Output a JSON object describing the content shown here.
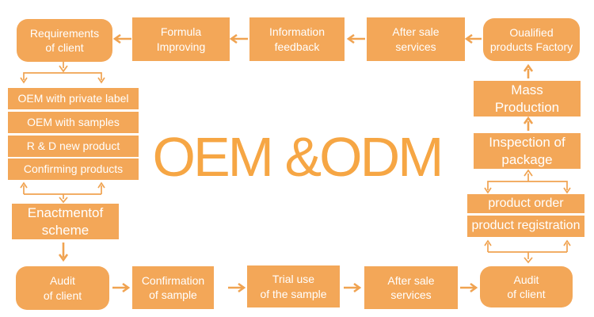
{
  "title": "OEM &ODM",
  "colors": {
    "box_fill": "#F3A758",
    "title_text": "#F6A644",
    "arrow": "#F0A351",
    "box_text": "#FFFFFF"
  },
  "boxes": {
    "requirements": "Requirements\nof client",
    "formula": "Formula\nImproving",
    "information": "Information\nfeedback",
    "after_sale_top": "After sale\nservices",
    "factory": "Oualified\nproducts Factory",
    "list": [
      "OEM with private label",
      "OEM with samples",
      "R & D new product",
      "Confirming products"
    ],
    "enactment": "Enactmentof\nscheme",
    "audit_left": "Audit\nof client",
    "confirmation": "Confirmation\nof sample",
    "trial": "Trial use\nof the sample",
    "after_sale_bottom": "After sale\nservices",
    "audit_right": "Audit\nof client",
    "mass_production": "Mass\nProduction",
    "inspection": "Inspection of\npackage",
    "product_order": "product order",
    "product_registration": "product registration"
  }
}
